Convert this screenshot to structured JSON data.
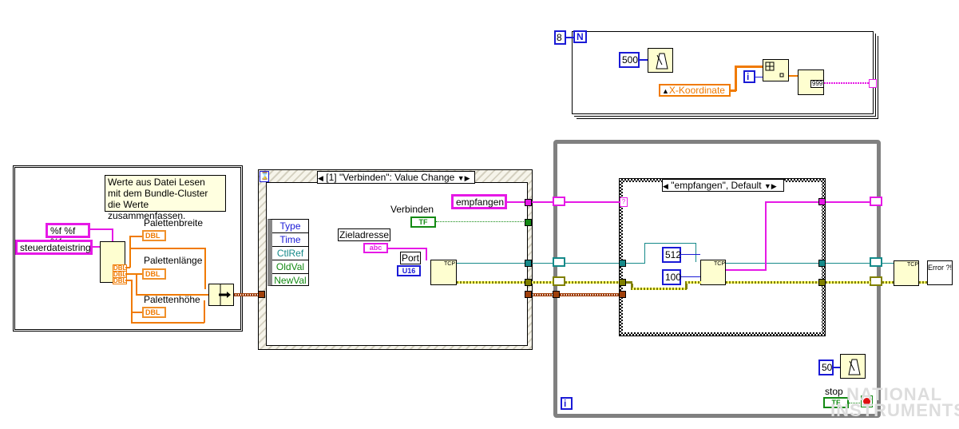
{
  "for_loop": {
    "count_constant": "8",
    "count_terminal": "N",
    "wait_ms": "500",
    "local_variable": "X-Koordinate",
    "iteration_terminal": "i",
    "format_precision": "999"
  },
  "sequence_frame": {
    "comment": [
      "Werte aus Datei Lesen",
      "mit dem Bundle-Cluster",
      "die Werte zusammenfassen."
    ],
    "format_string": "%f %f %f",
    "input_string": "steuerdateistring",
    "indicators": [
      "Palettenbreite",
      "Palettenlänge",
      "Palettenhöhe"
    ],
    "dbl_tag": "DBL"
  },
  "event_structure": {
    "selector": "[1] \"Verbinden\": Value Change",
    "event_data": [
      "Type",
      "Time",
      "CtlRef",
      "OldVal",
      "NewVal"
    ],
    "string_constant": "empfangen",
    "control_verbinden": "Verbinden",
    "tf_tag": "TF",
    "zieladresse": "Zieladresse",
    "abc_tag": "abc",
    "port": "Port",
    "u16_tag": "U16",
    "tcp_tag": "TCP"
  },
  "while_loop": {
    "case_selector": "\"empfangen\", Default",
    "bytes_to_read": "512",
    "timeout_ms": "100",
    "wait_ms": "50",
    "stop_label": "stop",
    "iteration_terminal": "i",
    "error_text": "Error ?!",
    "tcp_tag": "TCP"
  },
  "watermark": [
    "NATIONAL",
    "INSTRUMENTS"
  ]
}
